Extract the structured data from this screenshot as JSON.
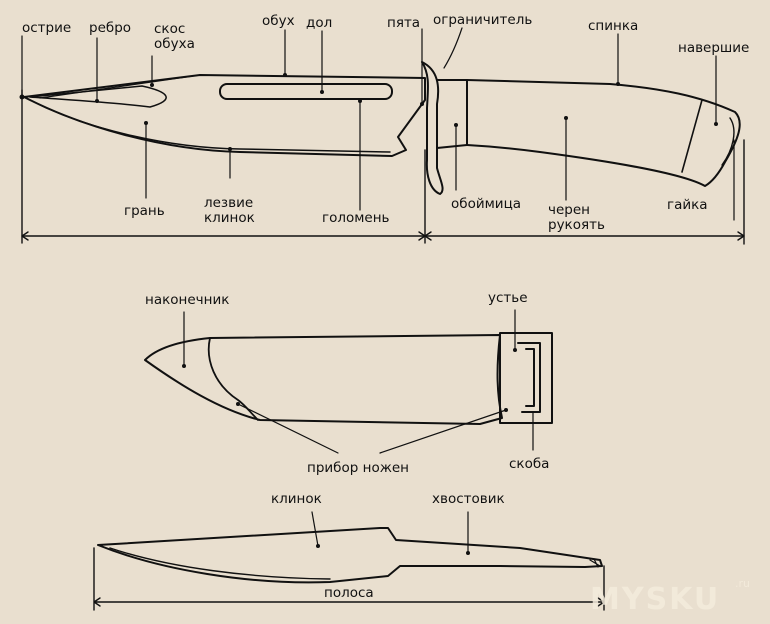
{
  "knife": {
    "tip": "острие",
    "rib": "ребро",
    "spine_bevel": "скос\nобуха",
    "spine": "обух",
    "fuller": "дол",
    "heel": "пята",
    "guard": "ограничитель",
    "back": "спинка",
    "pommel": "навершие",
    "face": "грань",
    "blade_edge": "лезвие\nклинок",
    "flat": "голомень",
    "ferrule": "обоймица",
    "handle": "черен\nрукоять",
    "nut": "гайка"
  },
  "sheath": {
    "tip": "наконечник",
    "mouth": "устье",
    "fittings": "прибор ножен",
    "bracket": "скоба"
  },
  "strip": {
    "blade": "клинок",
    "tang": "хвостовик",
    "strip": "полоса"
  },
  "watermark": {
    "text": "MYSKU",
    "suffix": ".ru"
  }
}
